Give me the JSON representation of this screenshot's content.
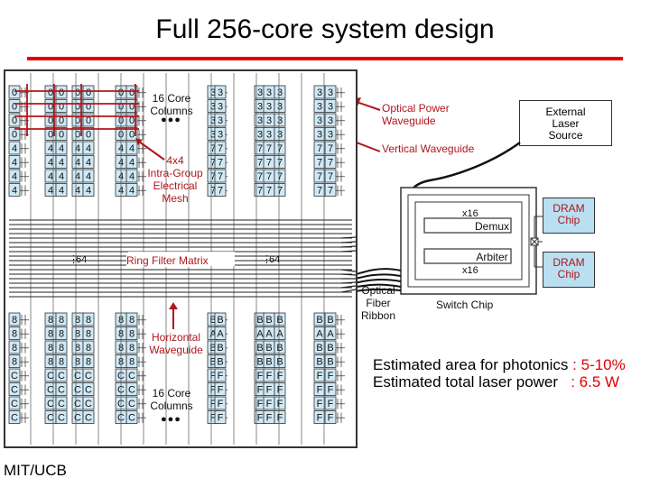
{
  "title": "Full 256-core system design",
  "credit": "MIT/UCB",
  "grid": {
    "top_left_labels": [
      "0",
      "0",
      "0",
      "0",
      "4",
      "4",
      "4",
      "4"
    ],
    "top_right_labels": [
      "3",
      "3",
      "3",
      "3",
      "7",
      "7",
      "7",
      "7"
    ],
    "bottom_left_labels": [
      "8",
      "8",
      "8",
      "8",
      "C",
      "C",
      "C",
      "C"
    ],
    "bottom_right_labels": [
      "B",
      "A",
      "B",
      "B",
      "F",
      "F",
      "F",
      "F"
    ],
    "top_cores_label": "16 Core\nColumns",
    "bottom_cores_label": "16 Core\nColumns",
    "mesh_label": "4x4\nIntra-Group\nElectrical\nMesh",
    "ring_label": "Ring Filter Matrix",
    "ring_left_count": "64",
    "ring_right_count": "64",
    "horizontal_label": "Horizontal\nWaveguide",
    "dots": "●●●"
  },
  "annotations": {
    "optical_power": "Optical Power\nWaveguide",
    "vertical": "Vertical Waveguide",
    "external_laser": "External\nLaser\nSource",
    "fiber": "Optical\nFiber\nRibbon",
    "switch_chip": "Switch Chip",
    "demux": "Demux",
    "arbiter": "Arbiter",
    "x16_top": "x16",
    "x16_bottom": "x16",
    "dram_top": "DRAM\nChip",
    "dram_bottom": "DRAM\nChip"
  },
  "estimates": [
    {
      "label": "Estimated area for photonics",
      "value": ": 5-10%"
    },
    {
      "label": "Estimated total laser power   ",
      "value": ": 6.5 W"
    }
  ],
  "colors": {
    "accent_red": "#e00000",
    "dark_red": "#b0161c",
    "cell_blue": "#cfe9f6",
    "dram_blue": "#b9dff0"
  }
}
